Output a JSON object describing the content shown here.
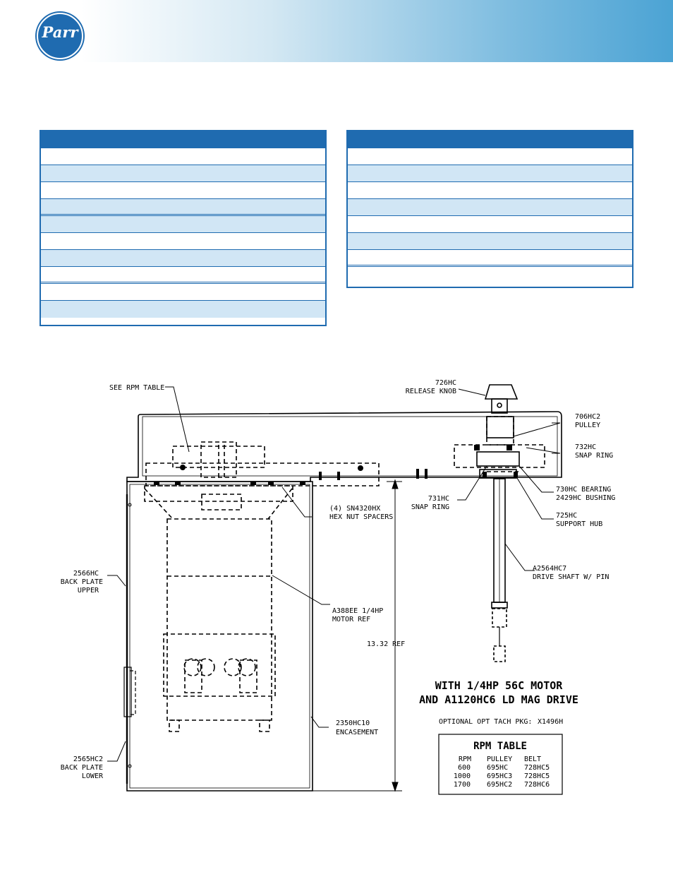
{
  "header": {
    "logo_text": "Parr"
  },
  "parts_tables": {
    "left_rows": 10,
    "right_rows": 8
  },
  "drawing": {
    "callouts": {
      "see_rpm_table": "SEE RPM TABLE",
      "release_knob_pn": "726HC",
      "release_knob_name": "RELEASE KNOB",
      "pulley_pn": "706HC2",
      "pulley_name": "PULLEY",
      "snap_ring_732_pn": "732HC",
      "snap_ring_732_name": "SNAP RING",
      "snap_ring_731_pn": "731HC",
      "snap_ring_731_name": "SNAP RING",
      "bearing": "730HC BEARING",
      "bushing": "2429HC BUSHING",
      "support_hub_pn": "725HC",
      "support_hub_name": "SUPPORT HUB",
      "hex_nut_line1": "(4) SN4320HX",
      "hex_nut_line2": "HEX NUT SPACERS",
      "back_plate_upper_pn": "2566HC",
      "back_plate_upper_l1": "BACK PLATE",
      "back_plate_upper_l2": "UPPER",
      "motor_line1": "A388EE 1/4HP",
      "motor_line2": "MOTOR REF",
      "dimension": "13.32 REF",
      "drive_shaft_pn": "A2564HC7",
      "drive_shaft_name": "DRIVE SHAFT W/ PIN",
      "encasement_pn": "2350HC10",
      "encasement_name": "ENCASEMENT",
      "back_plate_lower_pn": "2565HC2",
      "back_plate_lower_l1": "BACK PLATE",
      "back_plate_lower_l2": "LOWER"
    },
    "title_line1": "WITH 1/4HP 56C MOTOR",
    "title_line2": "AND A1120HC6 LD MAG DRIVE",
    "optional_label": "OPTIONAL OPT TACH PKG:",
    "optional_value": "X1496H",
    "rpm_table": {
      "title": "RPM TABLE",
      "headers": [
        "RPM",
        "PULLEY",
        "BELT"
      ],
      "rows": [
        [
          "600",
          "695HC",
          "728HC5"
        ],
        [
          "1000",
          "695HC3",
          "728HC5"
        ],
        [
          "1700",
          "695HC2",
          "728HC6"
        ]
      ]
    }
  },
  "colors": {
    "brand_blue": "#1f6bb0",
    "row_tint": "#d1e6f5"
  }
}
